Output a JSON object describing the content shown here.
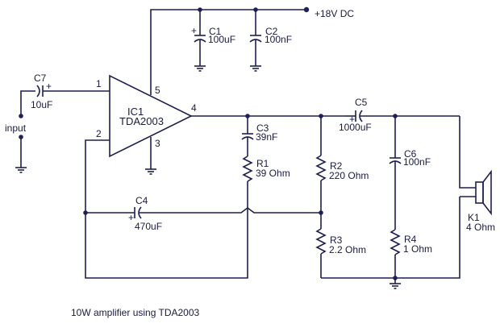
{
  "title": "10W amplifier using TDA2003",
  "supply": {
    "label": "+18V DC"
  },
  "input": {
    "label": "input"
  },
  "ic": {
    "ref": "IC1",
    "part": "TDA2003",
    "pins": {
      "p1": "1",
      "p2": "2",
      "p3": "3",
      "p4": "4",
      "p5": "5"
    }
  },
  "components": {
    "c1": {
      "ref": "C1",
      "value": "100uF",
      "polarity": "+"
    },
    "c2": {
      "ref": "C2",
      "value": "100nF"
    },
    "c3": {
      "ref": "C3",
      "value": "39nF"
    },
    "c4": {
      "ref": "C4",
      "value": "470uF",
      "polarity": "+"
    },
    "c5": {
      "ref": "C5",
      "value": "1000uF",
      "polarity": "+"
    },
    "c6": {
      "ref": "C6",
      "value": "100nF"
    },
    "c7": {
      "ref": "C7",
      "value": "10uF",
      "polarity": "+"
    },
    "r1": {
      "ref": "R1",
      "value": "39 Ohm"
    },
    "r2": {
      "ref": "R2",
      "value": "220 Ohm"
    },
    "r3": {
      "ref": "R3",
      "value": "2.2 Ohm"
    },
    "r4": {
      "ref": "R4",
      "value": "1 Ohm"
    },
    "k1": {
      "ref": "K1",
      "value": "4 Ohm"
    }
  },
  "colors": {
    "wire": "#1f1f4f",
    "background": "#ffffff"
  }
}
